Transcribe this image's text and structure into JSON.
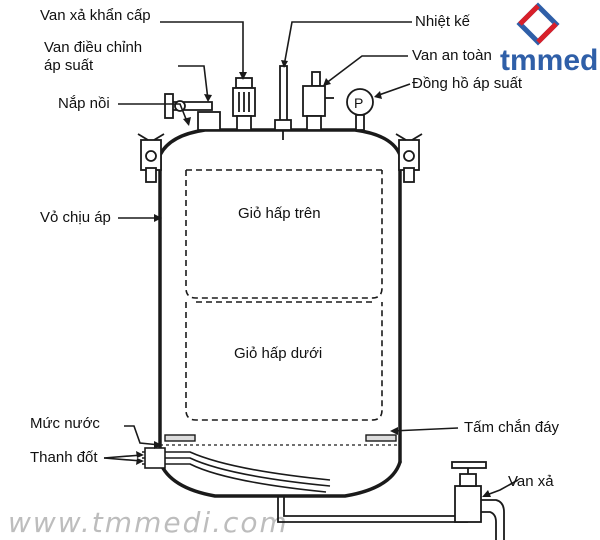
{
  "labels": {
    "emergency_valve": "Van xả khẩn cấp",
    "pressure_regulator_1": "Van điều chỉnh",
    "pressure_regulator_2": "áp suất",
    "lid": "Nắp nồi",
    "thermometer": "Nhiệt kế",
    "safety_valve": "Van an toàn",
    "pressure_gauge": "Đồng hồ áp suất",
    "pressure_shell": "Vỏ chịu áp",
    "upper_basket": "Giỏ hấp trên",
    "lower_basket": "Giỏ hấp dưới",
    "water_level": "Mức nước",
    "heating_rod": "Thanh đốt",
    "bottom_plate": "Tấm chắn đáy",
    "drain_valve": "Van xả",
    "gauge_letter": "P"
  },
  "logo": {
    "text": "tmmedi",
    "colors": {
      "blue": "#2f5fa8",
      "red": "#d8202a"
    }
  },
  "watermark": "www.tmmedi.com",
  "colors": {
    "line": "#1a1a1a",
    "fill": "#ffffff",
    "watermark": "#b9b9b9"
  }
}
